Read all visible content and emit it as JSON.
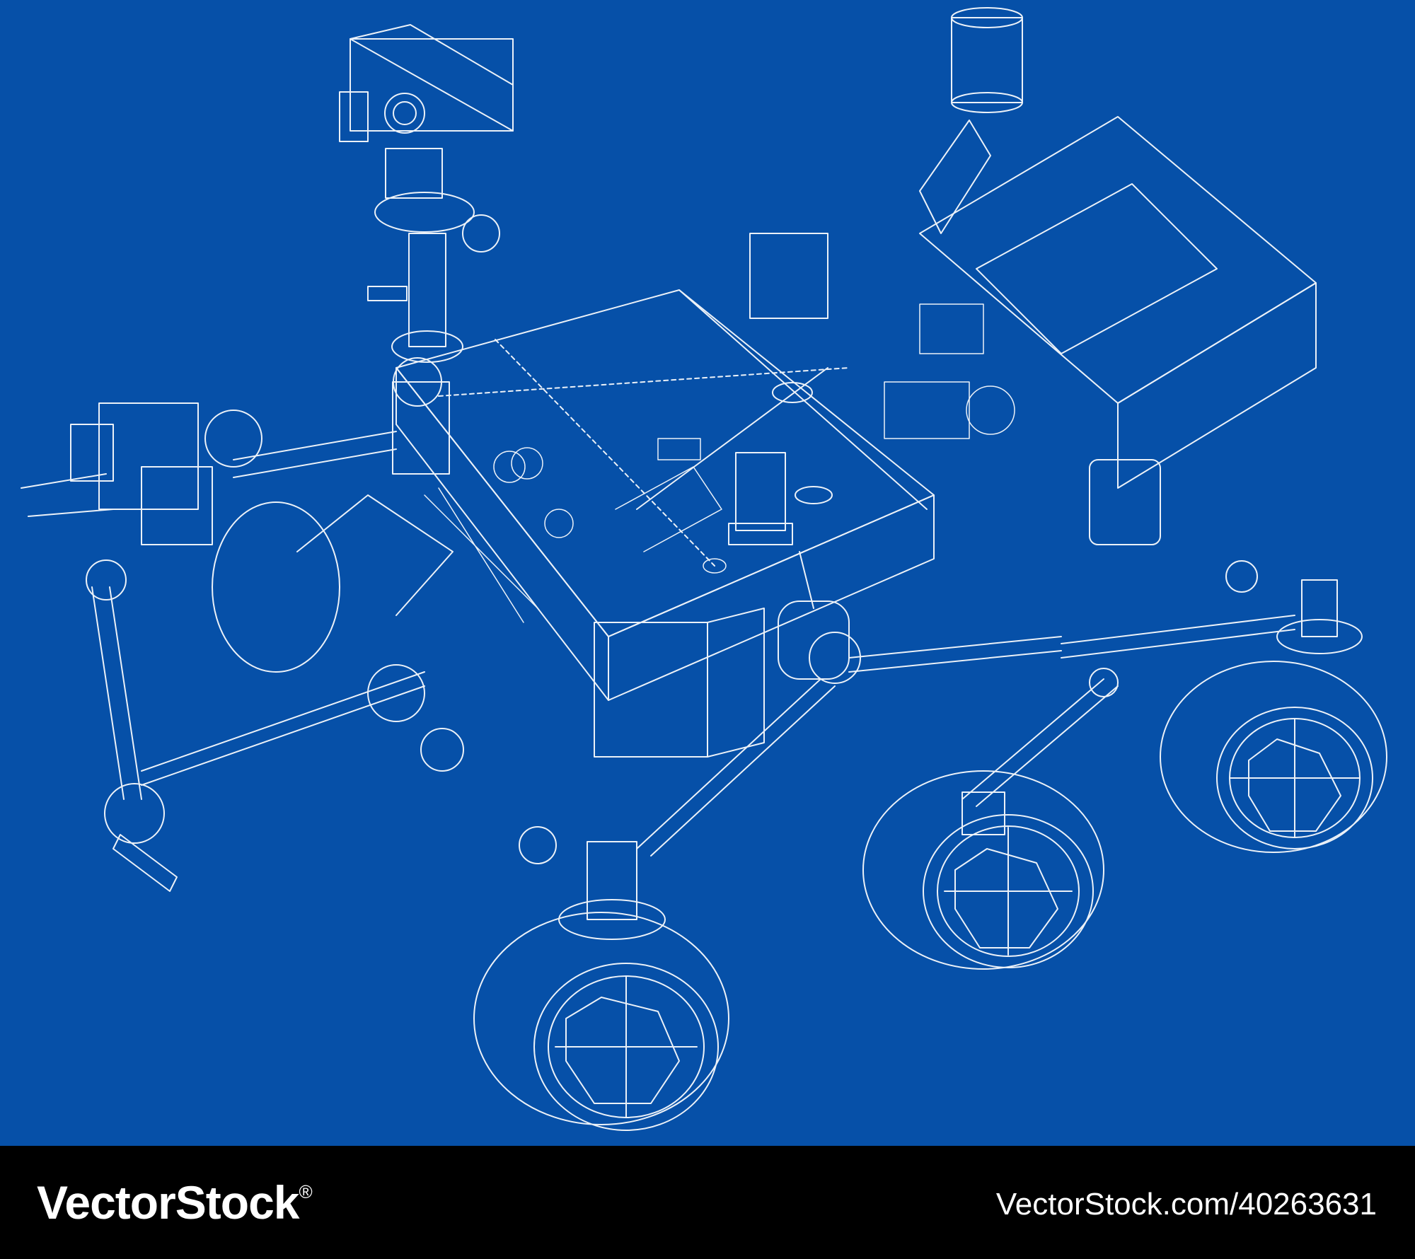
{
  "image": {
    "subject": "wireframe-rover",
    "background_color": "#0650A8",
    "line_color": "#FFFFFF"
  },
  "footer": {
    "logo_text": "VectorStock",
    "logo_mark": "®",
    "asset_text": "VectorStock.com/40263631",
    "background_color": "#000000"
  }
}
